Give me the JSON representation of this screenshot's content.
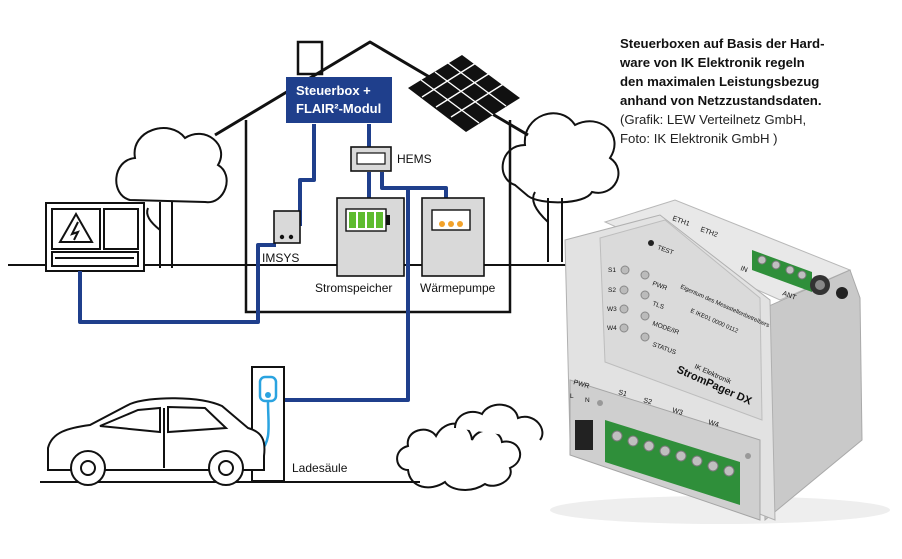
{
  "diagram": {
    "box_label_line1": "Steuerbox +",
    "box_label_line2": "FLAIR²-Modul",
    "hems_label": "HEMS",
    "imsys_label": "IMSYS",
    "storage_label": "Stromspeicher",
    "heatpump_label": "Wärmepumpe",
    "charger_label": "Ladesäule"
  },
  "device": {
    "brand": "IK Elektronik",
    "model": "StromPager DX",
    "ownership": "Eigentum des Messstellenbetreibers",
    "serial": "E IKE01 0000 0112",
    "port_eth1": "ETH1",
    "port_eth2": "ETH2",
    "port_in": "IN",
    "port_ant": "ANT",
    "test": "TEST",
    "leds": [
      "S1",
      "S2",
      "W3",
      "W4"
    ],
    "status_leds": [
      "PWR",
      "TLS",
      "MODE/IR",
      "STATUS"
    ],
    "terminal_pwr": "PWR",
    "terminal_s1": "S1",
    "terminal_s2": "S2",
    "terminal_w3": "W3",
    "terminal_w4": "W4",
    "terminal_l": "L",
    "terminal_n": "N"
  },
  "caption": {
    "bold_lines": [
      "Steuerboxen auf Basis der Hard-",
      "ware von IK Elektronik regeln",
      "den maximalen Leistungsbezug",
      "anhand von Netzzustandsdaten."
    ],
    "normal_lines": [
      "(Grafik: LEW Verteilnetz GmbH,",
      "Foto: IK Elektronik GmbH )"
    ]
  },
  "colors": {
    "navy": "#1f3f8c",
    "battery_green": "#5dbb2e",
    "heatpump_orange": "#f2a22a",
    "charger_blue": "#2aa3e0",
    "line": "#111111",
    "device_gray": "#dcdcdc"
  }
}
